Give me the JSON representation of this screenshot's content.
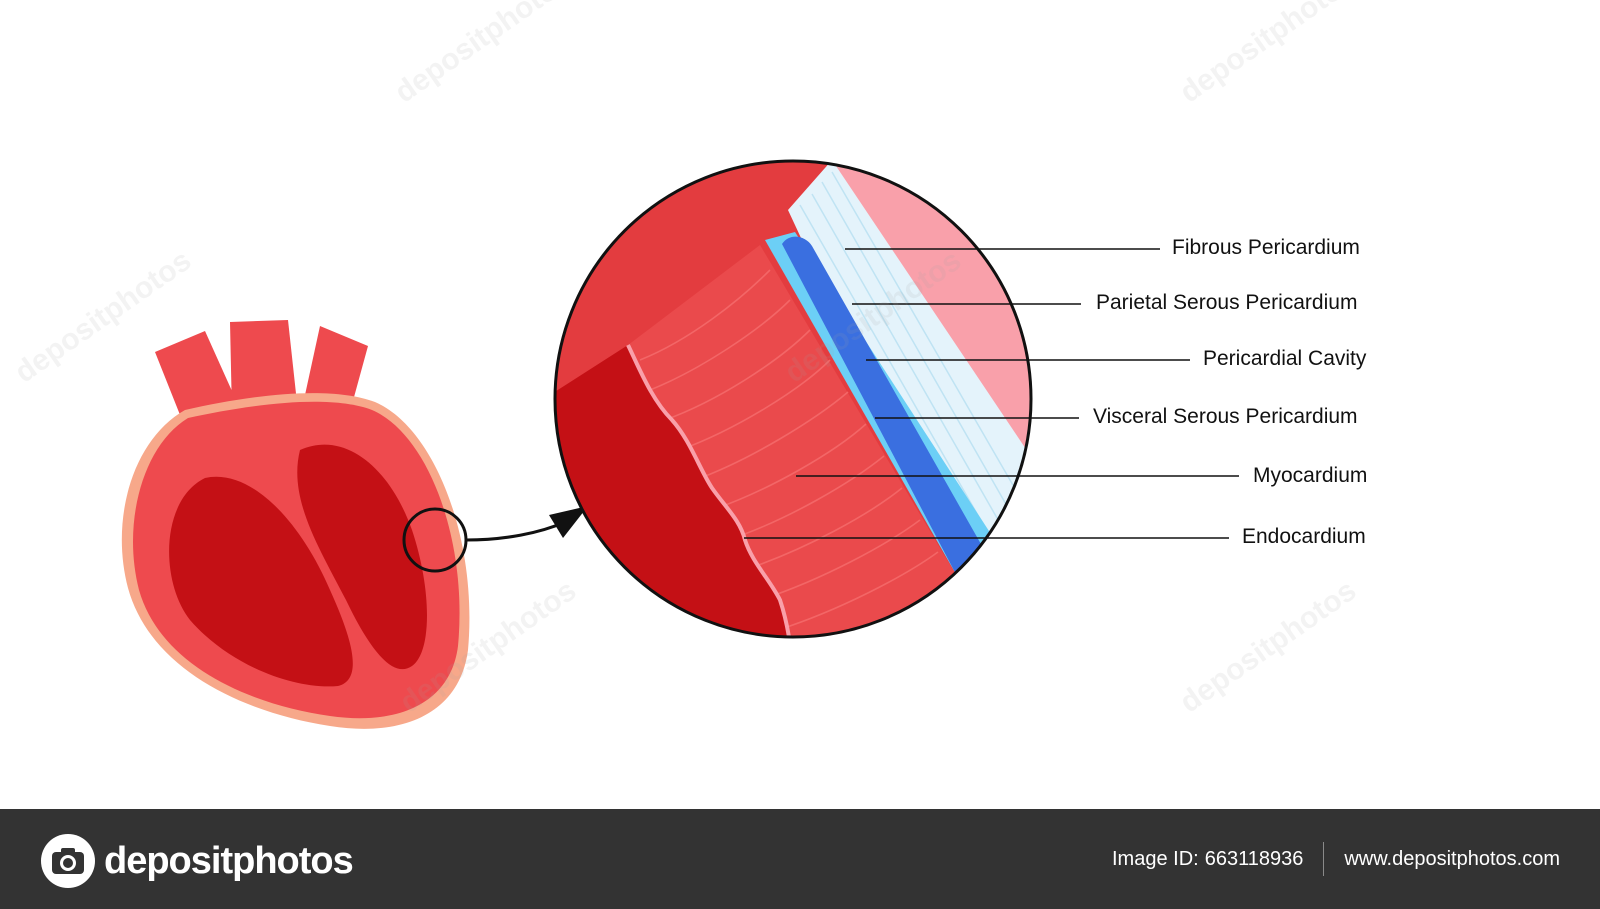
{
  "labels": [
    "Fibrous Pericardium",
    "Parietal Serous Pericardium",
    "Pericardial Cavity",
    "Visceral Serous Pericardium",
    "Myocardium",
    "Endocardium"
  ],
  "footer": {
    "brand": "depositphotos",
    "image_id_label": "Image ID:",
    "image_id_value": "663118936",
    "website": "www.depositphotos.com"
  },
  "watermark_text": "depositphotos",
  "colors": {
    "heart_outer": "#ee4a4e",
    "heart_chamber": "#c41015",
    "epicardium_edge": "#f7a88a",
    "myocardium": "#ea4a4c",
    "pericardium_pink": "#f9a0aa",
    "fibrous_layer": "#e4f3fb",
    "serous_light_blue": "#6ccff6",
    "cavity_blue": "#3a6fe0",
    "footer_bg": "#333333"
  },
  "icons": [
    "camera-icon",
    "arrow-head-icon"
  ]
}
